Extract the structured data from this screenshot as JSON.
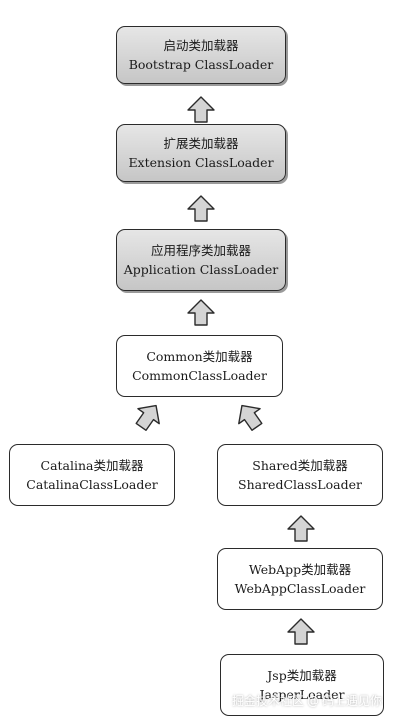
{
  "loaders": {
    "bootstrap": {
      "cn": "启动类加载器",
      "en": "Bootstrap ClassLoader"
    },
    "extension": {
      "cn": "扩展类加载器",
      "en": "Extension ClassLoader"
    },
    "application": {
      "cn": "应用程序类加载器",
      "en": "Application ClassLoader"
    },
    "common": {
      "cn": "Common类加载器",
      "en": "CommonClassLoader"
    },
    "catalina": {
      "cn": "Catalina类加载器",
      "en": "CatalinaClassLoader"
    },
    "shared": {
      "cn": "Shared类加载器",
      "en": "SharedClassLoader"
    },
    "webapp": {
      "cn": "WebApp类加载器",
      "en": "WebAppClassLoader"
    },
    "jsp": {
      "cn": "Jsp类加载器",
      "en": "JasperLoader"
    }
  },
  "watermark": {
    "site": "掘金技术社区",
    "at": "@",
    "author": "码上遇见你"
  },
  "colors": {
    "arrow_fill": "#d4d4d4",
    "border": "#2b2b2b",
    "gray_top": "#e6e6e6",
    "gray_bottom": "#c6c6c6"
  }
}
